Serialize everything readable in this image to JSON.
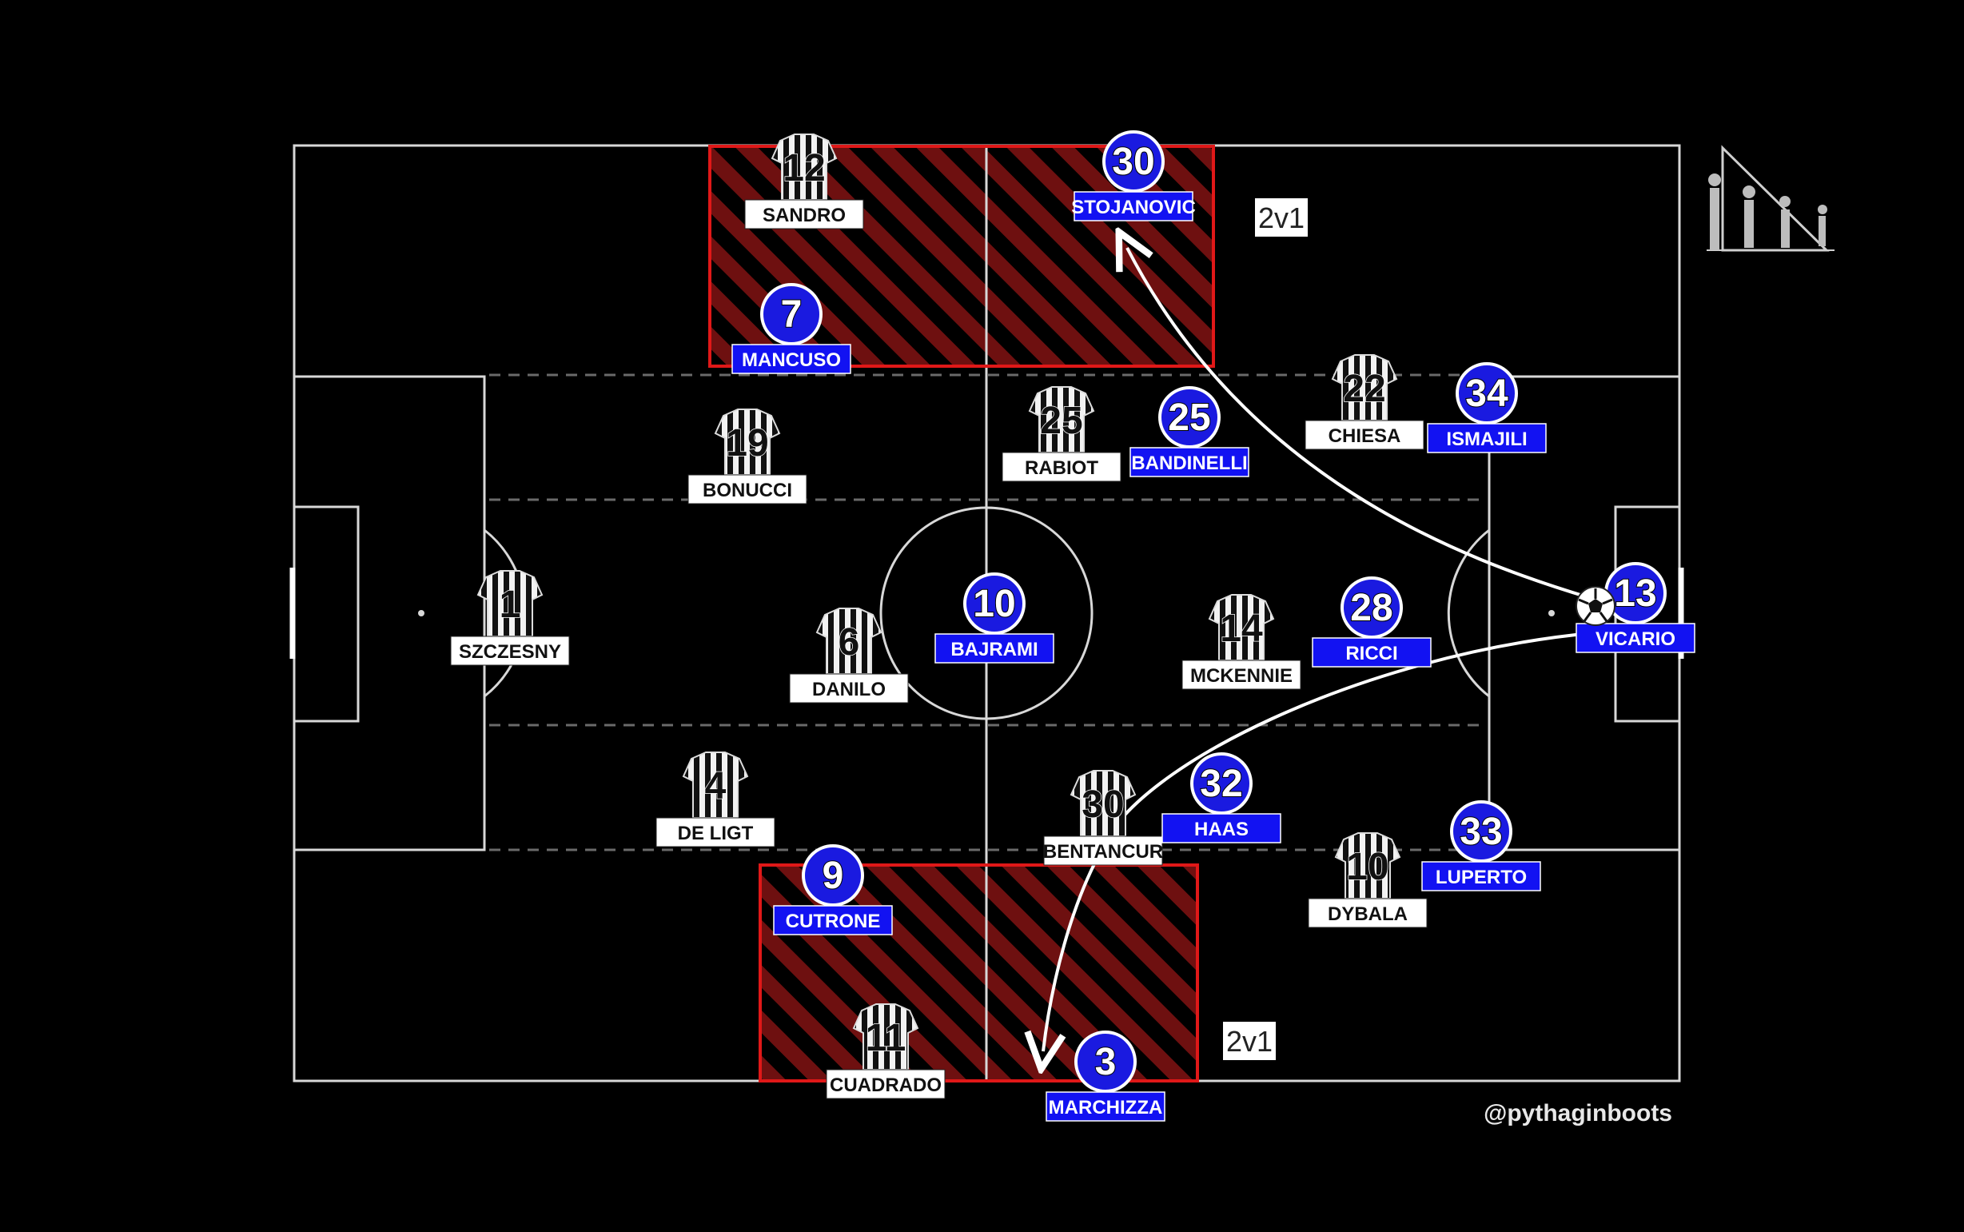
{
  "colors": {
    "background": "#000000",
    "pitch_lines": "#d8d8d8",
    "zone_red": "#e01818",
    "zone_stripe": "#6e1010",
    "home_label_bg": "#ffffff",
    "away_fill": "#1a1ae0",
    "away_label_bg": "#1212f2"
  },
  "home_players": [
    {
      "number": "12",
      "name": "SANDRO"
    },
    {
      "number": "19",
      "name": "BONUCCI"
    },
    {
      "number": "1",
      "name": "SZCZESNY"
    },
    {
      "number": "6",
      "name": "DANILO"
    },
    {
      "number": "4",
      "name": "DE LIGT"
    },
    {
      "number": "11",
      "name": "CUADRADO"
    },
    {
      "number": "25",
      "name": "RABIOT"
    },
    {
      "number": "30",
      "name": "BENTANCUR"
    },
    {
      "number": "14",
      "name": "MCKENNIE"
    },
    {
      "number": "22",
      "name": "CHIESA"
    },
    {
      "number": "10",
      "name": "DYBALA"
    }
  ],
  "away_players": [
    {
      "number": "30",
      "name": "STOJANOVIC"
    },
    {
      "number": "7",
      "name": "MANCUSO"
    },
    {
      "number": "25",
      "name": "BANDINELLI"
    },
    {
      "number": "10",
      "name": "BAJRAMI"
    },
    {
      "number": "28",
      "name": "RICCI"
    },
    {
      "number": "34",
      "name": "ISMAJILI"
    },
    {
      "number": "13",
      "name": "VICARIO"
    },
    {
      "number": "32",
      "name": "HAAS"
    },
    {
      "number": "33",
      "name": "LUPERTO"
    },
    {
      "number": "9",
      "name": "CUTRONE"
    },
    {
      "number": "3",
      "name": "MARCHIZZA"
    }
  ],
  "callouts": [
    "2v1",
    "2v1"
  ],
  "credit": "@pythaginboots",
  "icons": {
    "ball": "soccer-ball-icon",
    "logo": "pythagoras-triangle-logo-icon"
  }
}
